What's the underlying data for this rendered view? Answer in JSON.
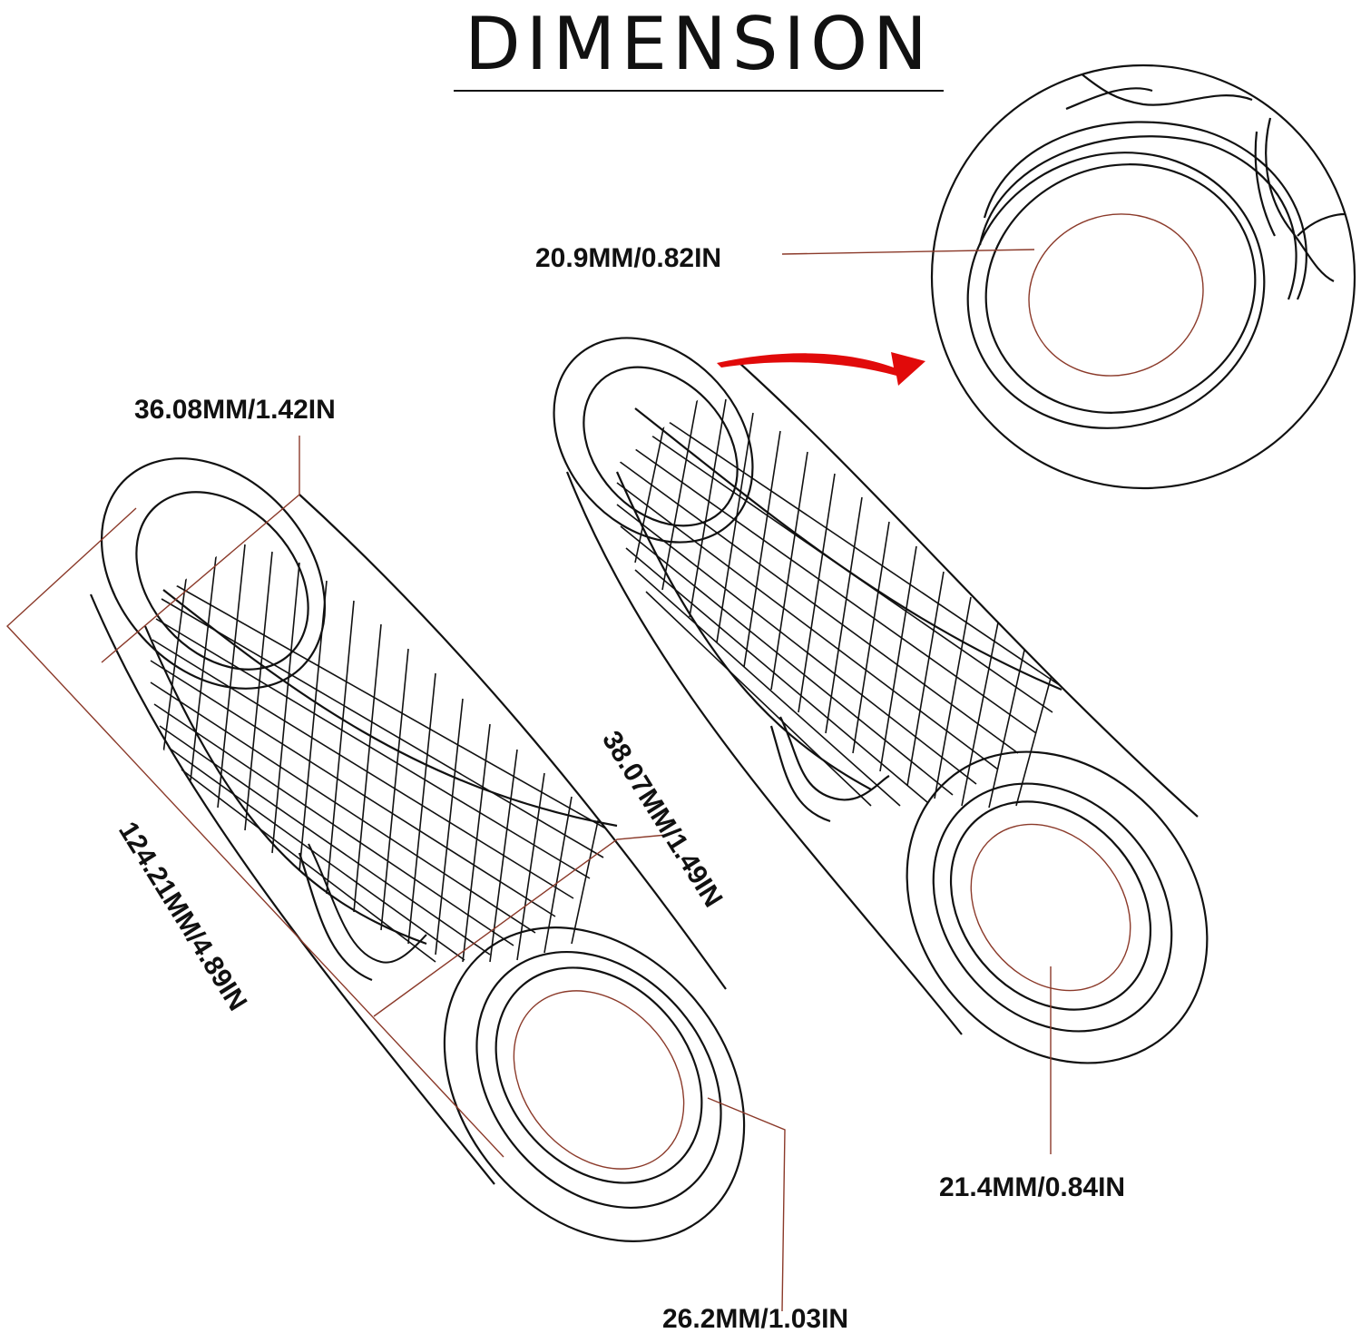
{
  "title": "DIMENSION",
  "dimensions": {
    "inner_detail": "20.9MM/0.82IN",
    "outer_end_left": "36.08MM/1.42IN",
    "outer_end_right": "38.07MM/1.49IN",
    "length": "124.21MM/4.89IN",
    "inner_bore_left": "26.2MM/1.03IN",
    "inner_bore_right": "21.4MM/0.84IN"
  },
  "colors": {
    "line": "#111111",
    "dimension_line": "#8b3a2a",
    "arrow": "#e10a0a"
  }
}
